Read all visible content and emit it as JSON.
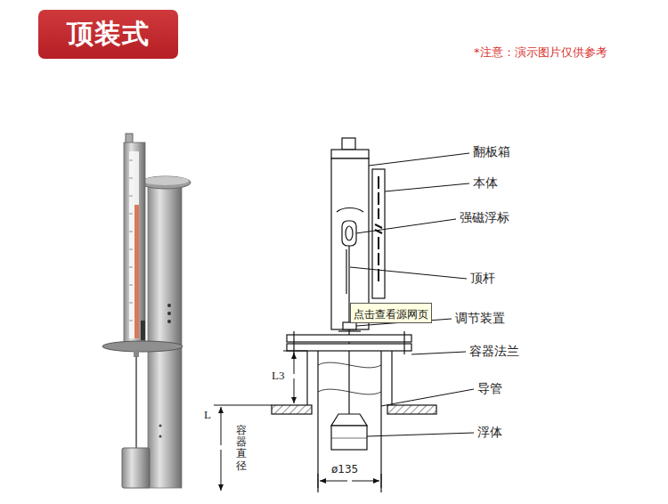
{
  "diagram": {
    "title": "顶装式",
    "nodes": [
      {
        "text": [
          "点击查看源网页"
        ]
      }
    ],
    "labels": [
      "*注意：演示图片仅供参考",
      "翻板箱",
      "本体",
      "强磁浮标",
      "顶杆",
      "调节装置",
      "容器法兰",
      "导管",
      "浮体",
      "L3",
      "L",
      "容器直径",
      "ø135"
    ]
  }
}
